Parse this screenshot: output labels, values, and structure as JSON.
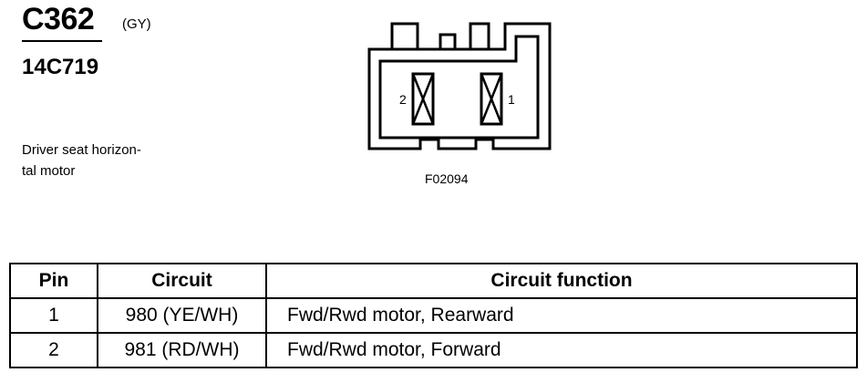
{
  "connector": {
    "id": "C362",
    "color": "(GY)",
    "part_number": "14C719",
    "description": "Driver seat horizon-\ntal motor"
  },
  "diagram": {
    "pin_labels": [
      "2",
      "1"
    ],
    "figure_id": "F02094"
  },
  "table": {
    "headers": [
      "Pin",
      "Circuit",
      "Circuit function"
    ],
    "rows": [
      [
        "1",
        "980 (YE/WH)",
        "Fwd/Rwd motor, Rearward"
      ],
      [
        "2",
        "981 (RD/WH)",
        "Fwd/Rwd motor, Forward"
      ]
    ]
  }
}
